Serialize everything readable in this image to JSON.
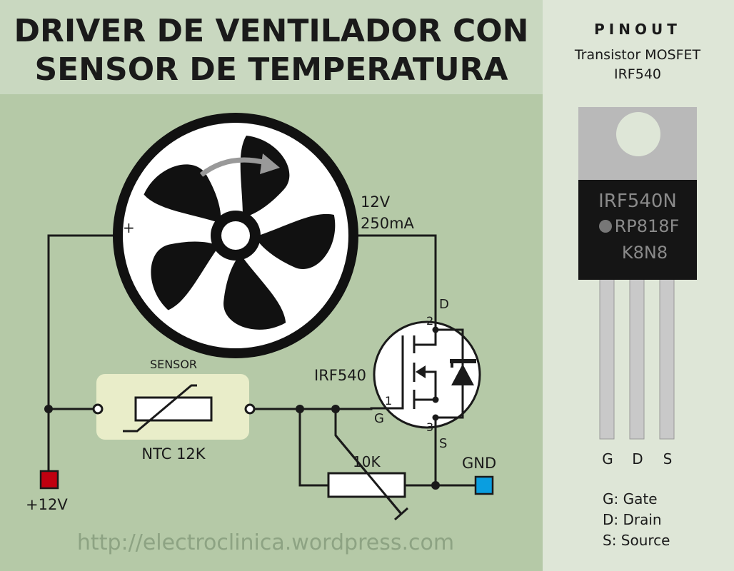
{
  "title": {
    "line1": "DRIVER DE VENTILADOR CON",
    "line2": "SENSOR DE TEMPERATURA"
  },
  "fan": {
    "voltage": "12V",
    "current": "250mA",
    "plus": "+"
  },
  "sensor": {
    "label": "SENSOR",
    "part": "NTC 12K"
  },
  "mosfet": {
    "name": "IRF540",
    "pin_d": "D",
    "pin_g": "G",
    "pin_s": "S",
    "n1": "1",
    "n2": "2",
    "n3": "3"
  },
  "pot": {
    "value": "10K"
  },
  "supply": {
    "plus": "+12V",
    "gnd": "GND",
    "plus_color": "#c00010",
    "gnd_color": "#0a9ee0"
  },
  "url": "http://electroclinica.wordpress.com",
  "pinout": {
    "heading": "PINOUT",
    "subtitle1": "Transistor MOSFET",
    "subtitle2": "IRF540",
    "marking": [
      "IRF540N",
      "RP818F",
      "K8N8"
    ],
    "pins": [
      "G",
      "D",
      "S"
    ],
    "legend": [
      "G: Gate",
      "D: Drain",
      "S: Source"
    ]
  }
}
